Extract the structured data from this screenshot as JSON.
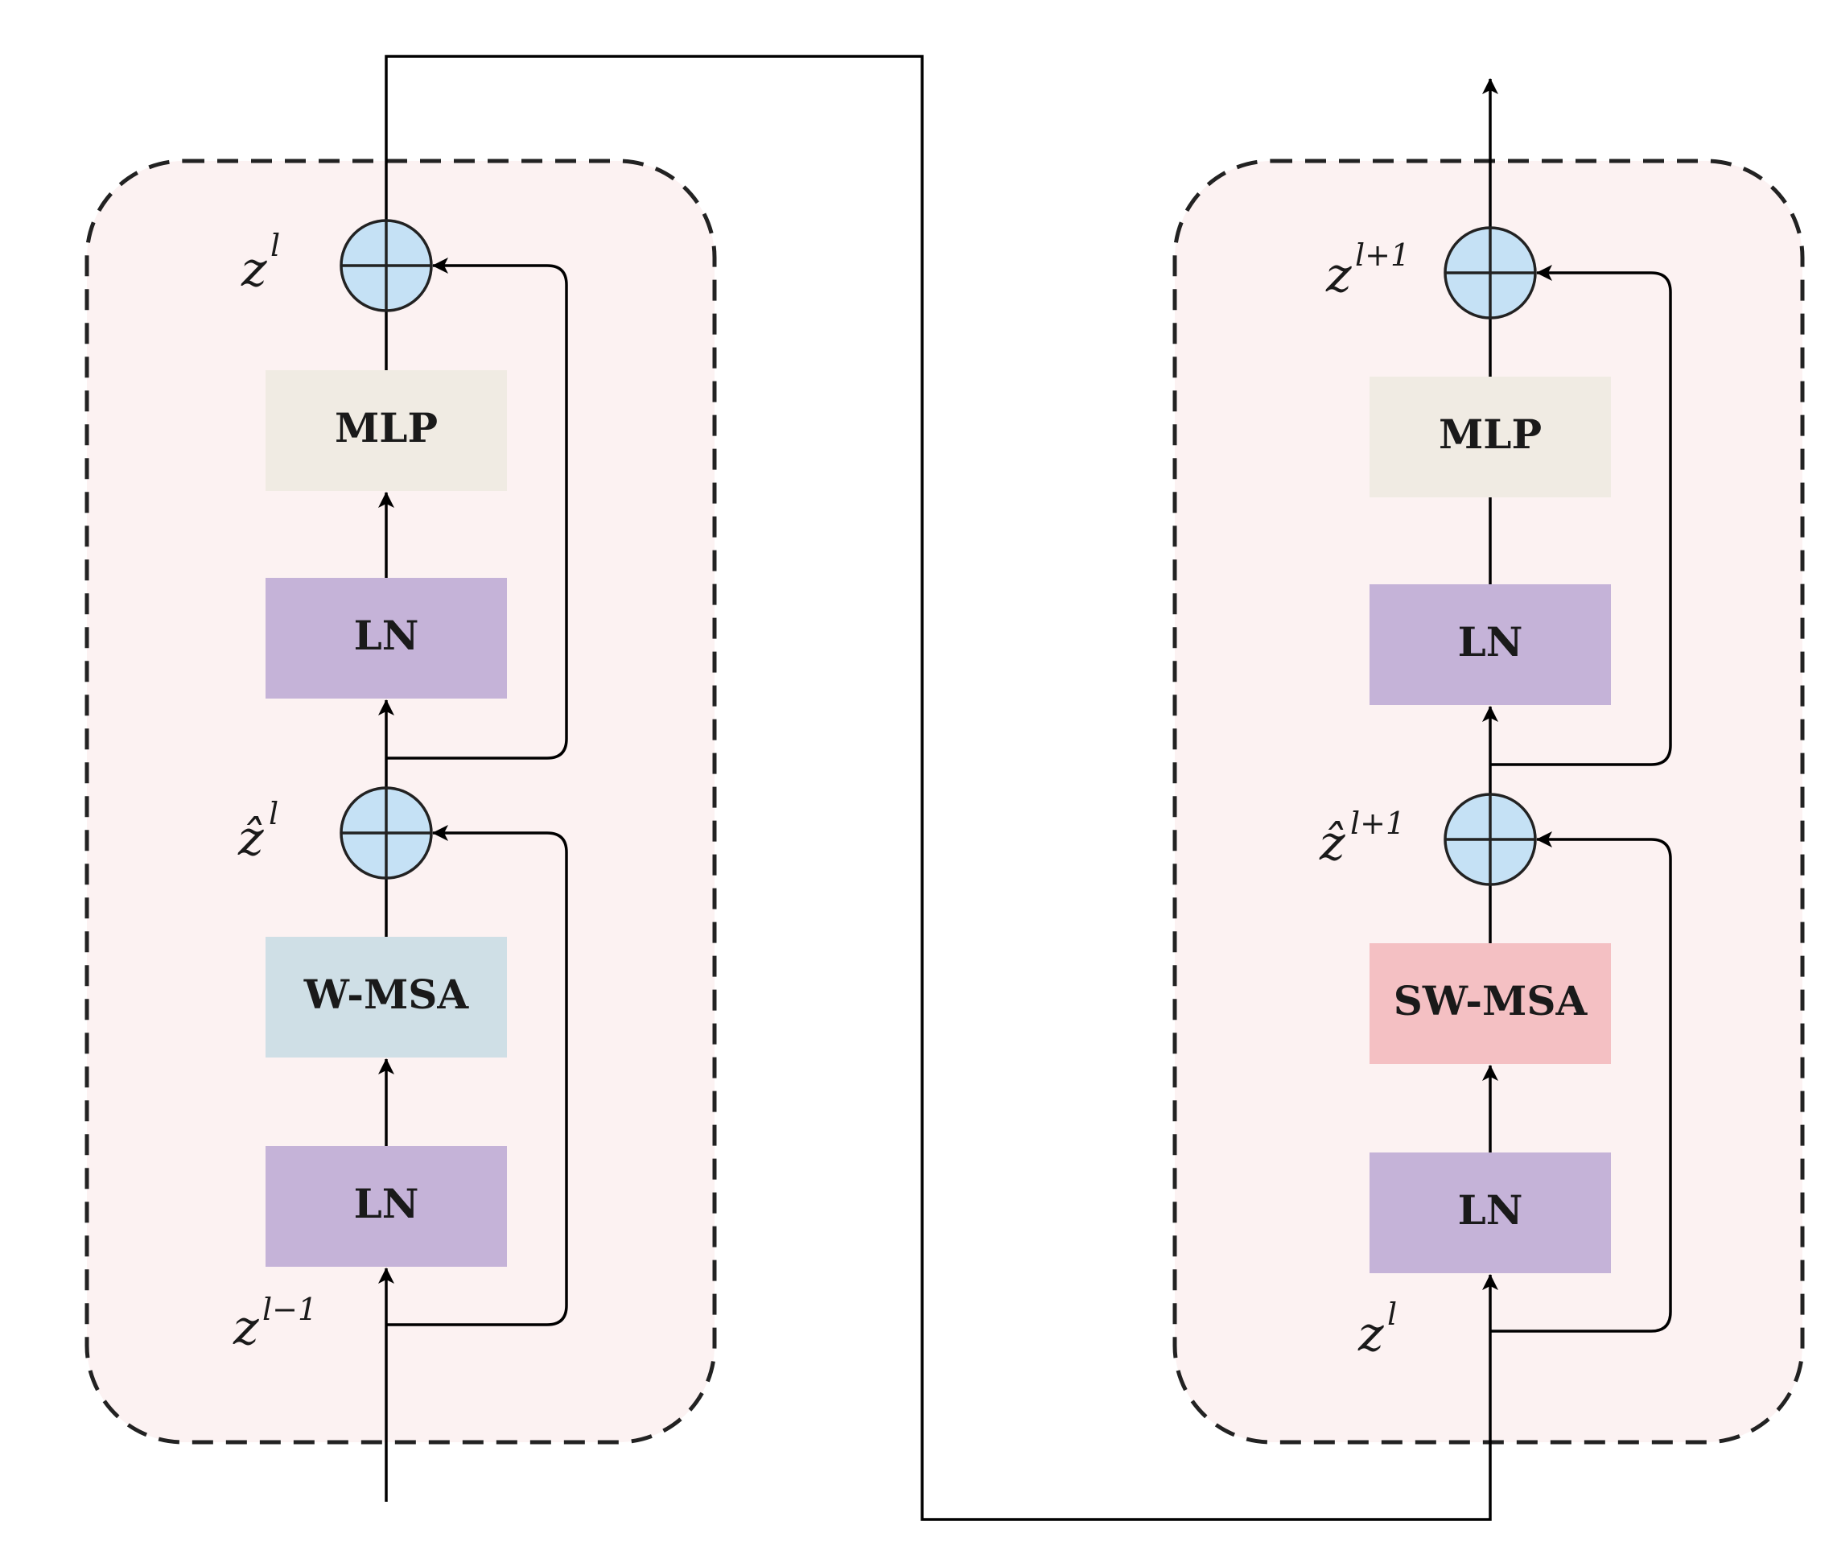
{
  "colors": {
    "panel_fill": "#fcf2f2",
    "adder_fill": "#c5e1f5",
    "mlp_fill": "#f0ebe3",
    "ln_fill": "#c5b3d8",
    "wmsa_fill": "#cfdfe6",
    "swmsa_fill": "#f4c0c3"
  },
  "left_block": {
    "mlp": "MLP",
    "ln_top": "LN",
    "attention": "W-MSA",
    "ln_bottom": "LN",
    "out_var": "z",
    "out_sup": "l",
    "mid_var": "ẑ",
    "mid_sup": "l",
    "in_var": "z",
    "in_sup": "l−1"
  },
  "right_block": {
    "mlp": "MLP",
    "ln_top": "LN",
    "attention": "SW-MSA",
    "ln_bottom": "LN",
    "out_var": "z",
    "out_sup": "l+1",
    "mid_var": "ẑ",
    "mid_sup": "l+1",
    "in_var": "z",
    "in_sup": "l"
  },
  "icons": {
    "adder": "circled-plus-icon",
    "arrow": "arrowhead-icon"
  }
}
